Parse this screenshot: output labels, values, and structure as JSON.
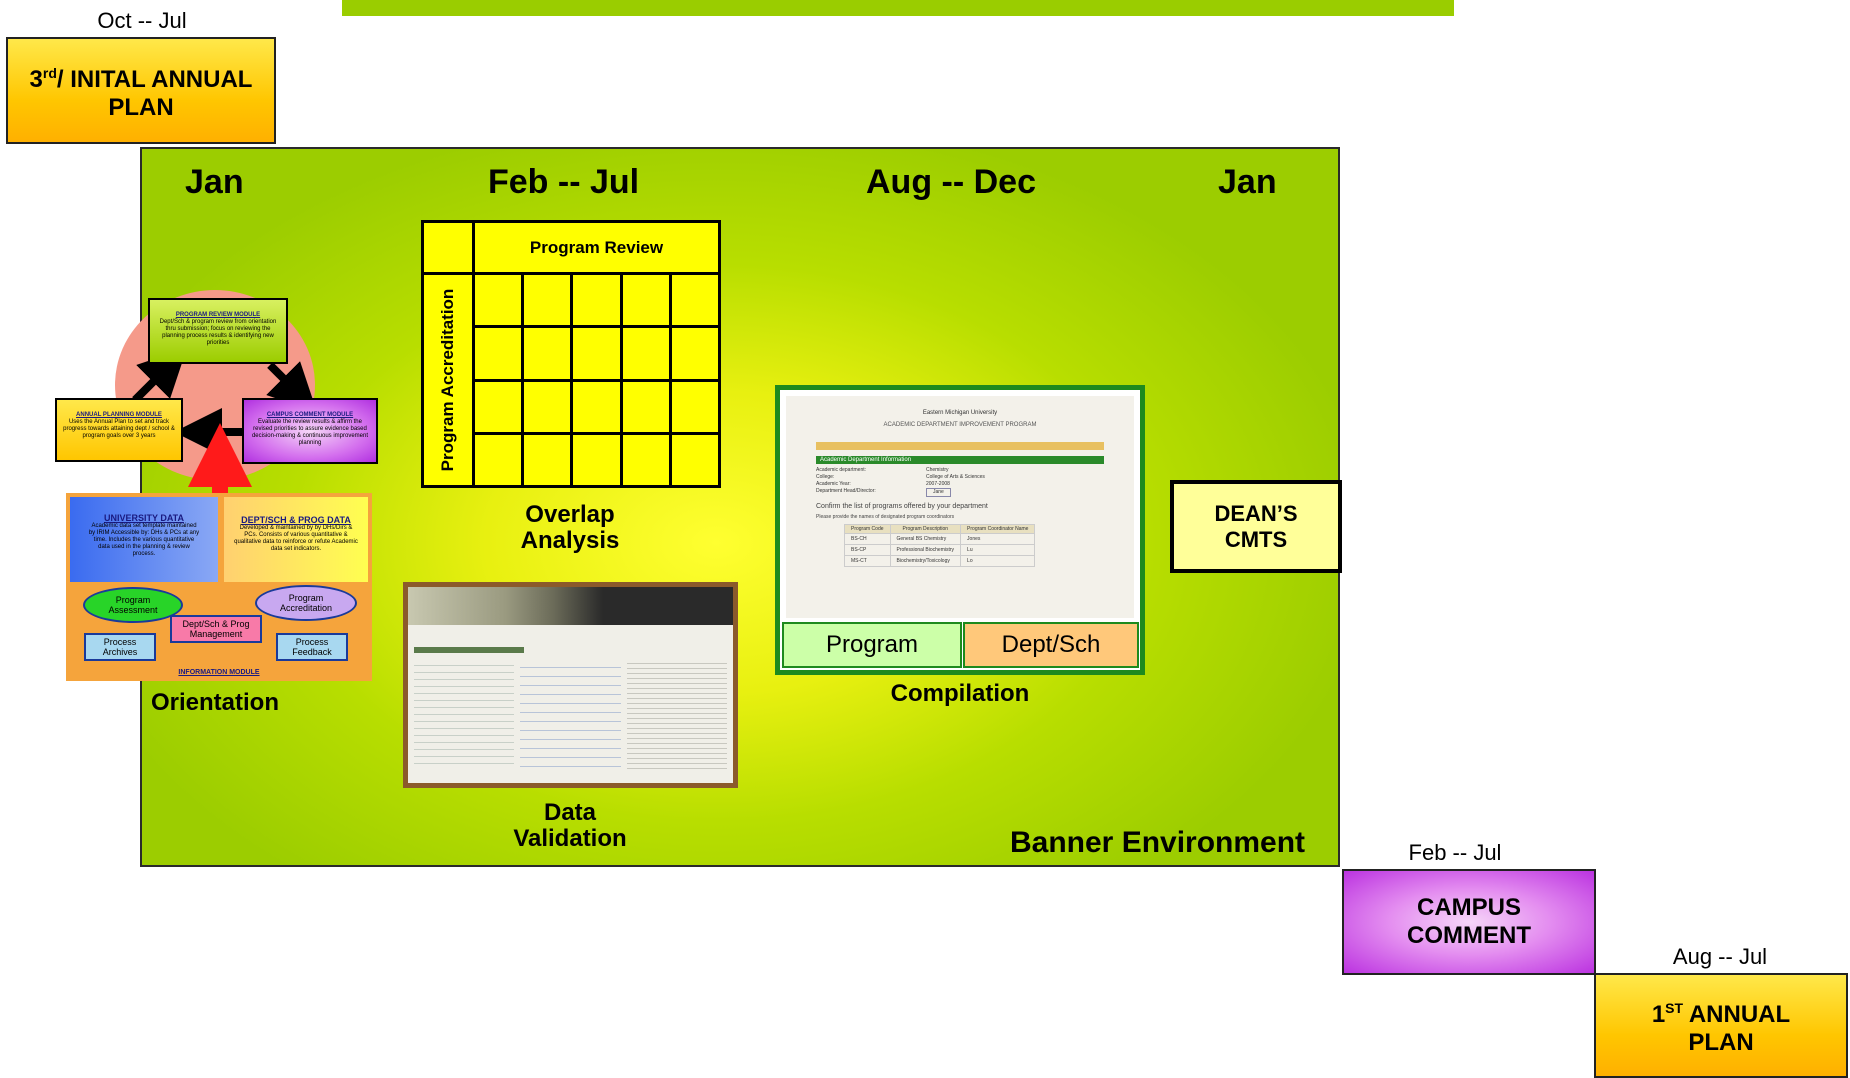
{
  "top_left": {
    "date": "Oct -- Jul",
    "plan_main": "3",
    "plan_sup": "rd",
    "plan_rest": "/ INITAL ANNUAL",
    "plan_line2": "PLAN"
  },
  "banner": {
    "headers": [
      "Jan",
      "Feb -- Jul",
      "Aug -- Dec",
      "Jan"
    ],
    "environment_label": "Banner Environment"
  },
  "orientation": {
    "caption": "Orientation",
    "program_review_module": {
      "title": "PROGRAM REVIEW MODULE",
      "text": "Dept/Sch & program review from orientation thru submission; focus on reviewing the planning process results & identifying new priorities"
    },
    "annual_planning_module": {
      "title": "ANNUAL PLANNING MODULE",
      "text": "Uses the Annual Plan to set and track progress towards attaining dept / school & program goals over 3 years"
    },
    "campus_comment_module": {
      "title": "CAMPUS COMMENT MODULE",
      "text": "Evaluate the review results & affirm the revised priorities to assure evidence based decision-making & continuous improvement planning"
    },
    "university_data": {
      "title": "UNIVERSITY DATA",
      "text": "Academic data set template maintained by IRIM Accessible by: DHs & PCs at any time. Includes the various quantitative data used in the planning & review process."
    },
    "dept_data": {
      "title": "DEPT/SCH & PROG DATA",
      "text": "Developed & maintained by by DHs/Dirs & PCs. Consists of various quantitative & qualitative data to reinforce or refute Academic data set indicators."
    },
    "program_assessment": "Program Assessment",
    "program_accreditation": "Program Accreditation",
    "dept_prog_management": "Dept/Sch & Prog Management",
    "process_archives": "Process Archives",
    "process_feedback": "Process Feedback",
    "information_module": "INFORMATION MODULE"
  },
  "overlap": {
    "column_header": "Program Review",
    "row_header": "Program Accreditation",
    "caption_line1": "Overlap",
    "caption_line2": "Analysis"
  },
  "compilation": {
    "tab_program": "Program",
    "tab_dept": "Dept/Sch",
    "caption": "Compilation",
    "screen_title": "Eastern Michigan University",
    "screen_subtitle": "ACADEMIC DEPARTMENT IMPROVEMENT PROGRAM",
    "section_header": "Academic Department Information",
    "fields": [
      {
        "label": "Academic department:",
        "value": "Chemistry"
      },
      {
        "label": "College:",
        "value": "College of Arts & Sciences"
      },
      {
        "label": "Academic Year:",
        "value": "2007-2008"
      },
      {
        "label": "Department Head/Director:",
        "value": "Jane"
      }
    ],
    "confirm_text": "Confirm the list of programs offered by your department",
    "provide_text": "Please provide the names of designated program coordinators",
    "table_headers": [
      "Program Code",
      "Program Description",
      "Program Coordinator Name"
    ],
    "table_rows": [
      [
        "BS-CH",
        "General BS Chemistry",
        "Jones"
      ],
      [
        "BS-CP",
        "Professional Biochemistry",
        "Lu"
      ],
      [
        "MS-CT",
        "Biochemistry/Toxicology",
        "Lo"
      ]
    ]
  },
  "validation": {
    "caption_line1": "Data",
    "caption_line2": "Validation"
  },
  "deans": {
    "line1": "DEAN’S",
    "line2": "CMTS"
  },
  "campus_comment": {
    "date": "Feb -- Jul",
    "line1": "CAMPUS",
    "line2": "COMMENT"
  },
  "first_annual": {
    "date": "Aug -- Jul",
    "plan_main": "1",
    "plan_sup": "ST",
    "plan_rest": " ANNUAL",
    "plan_line2": "PLAN"
  },
  "colors": {
    "banner_green": "#9ccd00",
    "banner_yellow": "#ffff30",
    "grid_yellow": "#ffff00",
    "compilation_border": "#1e8a1e",
    "validation_border": "#8b5a2b",
    "arrow_red": "#ff1a1a",
    "campus_purple": "#c040e8"
  }
}
